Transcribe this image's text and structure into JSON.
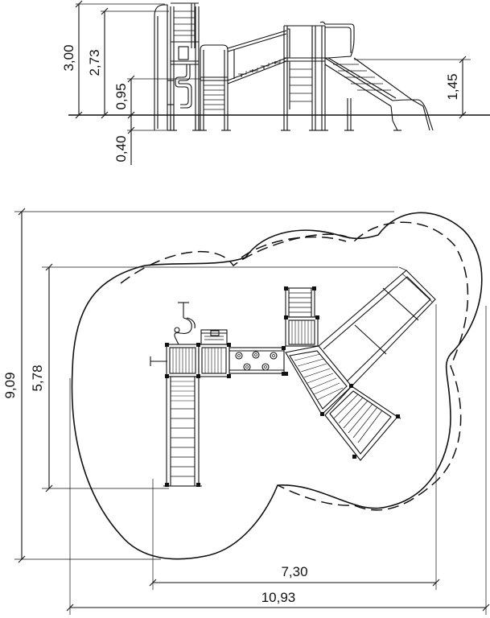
{
  "elevation": {
    "dimensions": {
      "overall_height": "3,00",
      "platform_top_height": "2,73",
      "platform_height": "0,95",
      "foundation_depth": "0,40",
      "slide_platform_height": "1,45"
    }
  },
  "plan": {
    "dimensions": {
      "safety_zone_length": "9,09",
      "equipment_length": "5,78",
      "equipment_width": "7,30",
      "safety_zone_width": "10,93"
    }
  }
}
